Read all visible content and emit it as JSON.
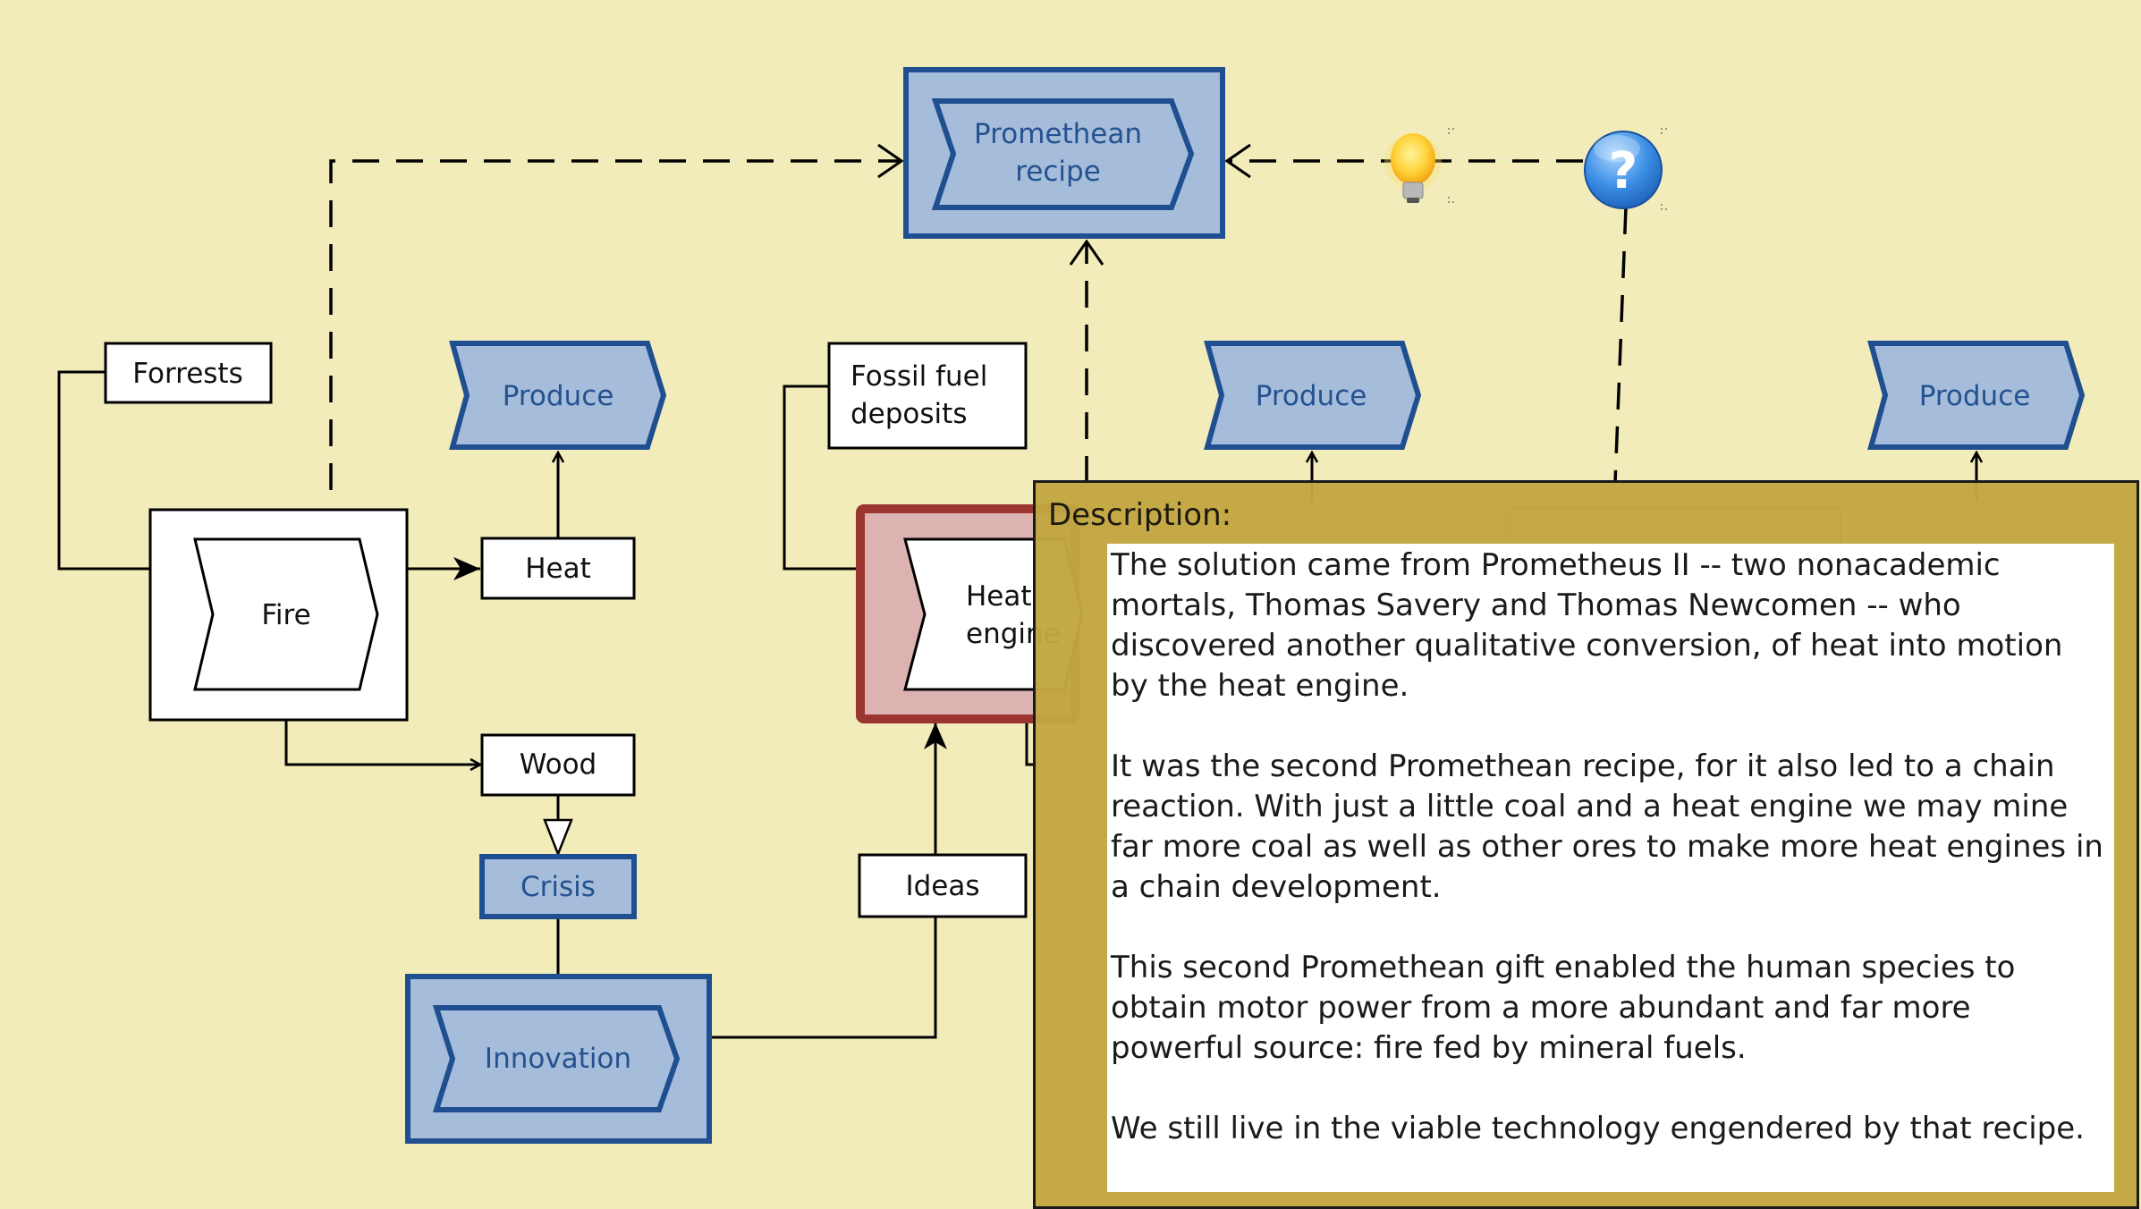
{
  "diagram": {
    "nodes": {
      "promethean": {
        "line1": "Promethean",
        "line2": "recipe"
      },
      "forrests": "Forrests",
      "produce_1": "Produce",
      "fire": "Fire",
      "heat": "Heat",
      "wood": "Wood",
      "crisis": "Crisis",
      "innovation": "Innovation",
      "fossil": {
        "line1": "Fossil fuel",
        "line2": "deposits"
      },
      "heat_engine": {
        "line1": "Heat",
        "line2": "engine"
      },
      "ideas": "Ideas",
      "produce_2": "Produce",
      "produce_3": "Produce"
    },
    "icons": {
      "idea": "lightbulb-icon",
      "question": "question-mark-icon"
    },
    "colors": {
      "background": "#f2ecba",
      "goal_fill": "#a6bcdb",
      "goal_stroke": "#1f4f91",
      "selected_fill": "#dcb3b0",
      "selected_stroke": "#9a3530",
      "panel": "#c2a642"
    }
  },
  "description": {
    "title": "Description:",
    "paragraphs": [
      "The solution came from Prometheus II -- two nonacademic mortals, Thomas Savery and Thomas Newcomen -- who discovered another qualitative conversion, of heat into motion by the heat engine.",
      "It was the second Promethean recipe, for it also led to a chain reaction. With just a little coal and a heat engine we may mine far more coal as well as other ores to make more heat engines in a chain development.",
      "This second Promethean gift enabled the human species to obtain motor power from a more abundant and far more powerful source: fire fed by mineral fuels.",
      "We still live in the viable technology engendered by that recipe."
    ]
  }
}
